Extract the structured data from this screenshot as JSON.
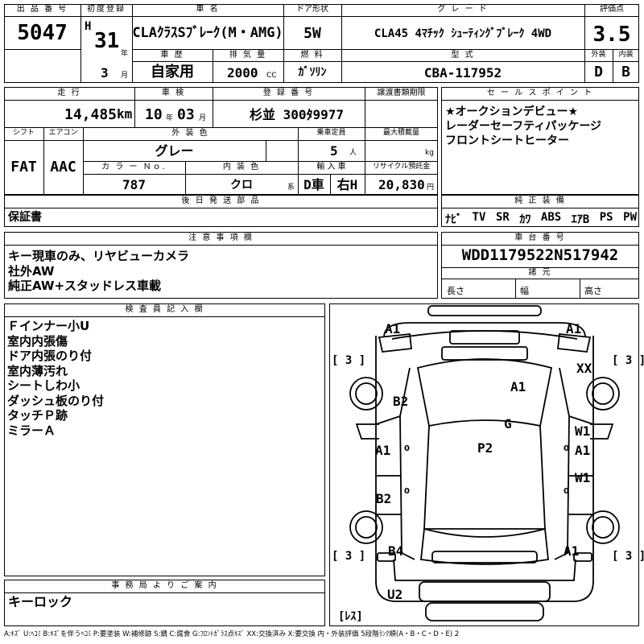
{
  "header": {
    "lot_label": "出 品 番 号",
    "lot": "5047",
    "first_reg_label": "初度登録",
    "era": "H",
    "year": "31",
    "year_unit": "年",
    "month": "3",
    "month_unit": "月",
    "car_name_label": "車 名",
    "car_name": "CLAｸﾗｽSﾌﾞﾚｰｸ(M・AMG)",
    "doors_label": "ドア形状",
    "doors": "5W",
    "grade_label": "グ レ ー ド",
    "grade": "CLA45 4ﾏﾁｯｸ ｼｭｰﾃｨﾝｸﾞﾌﾞﾚｰｸ 4WD",
    "score_label": "評価点",
    "score": "3.5",
    "ext_label": "外装",
    "ext": "D",
    "int_label": "内装",
    "int": "B",
    "history_label": "車 歴",
    "history": "自家用",
    "displacement_label": "排 気 量",
    "displacement": "2000",
    "cc": "CC",
    "fuel_label": "燃 料",
    "fuel": "ｶﾞｿﾘﾝ",
    "model_label": "型 式",
    "model": "CBA-117952"
  },
  "row2": {
    "mileage_label": "走 行",
    "mileage": "14,485",
    "km": "km",
    "inspection_label": "車 検",
    "insp_year": "10",
    "insp_year_unit": "年",
    "insp_month": "03",
    "insp_month_unit": "月",
    "plate_label": "登 録 番 号",
    "plate": "杉並 300ﾀ9977",
    "transfer_label": "譲渡書類期限",
    "shift_label": "シフト",
    "shift": "FAT",
    "ac_label": "エアコン",
    "ac": "AAC",
    "color_label": "外 装 色",
    "color": "グレー",
    "capacity_label": "乗車定員",
    "capacity": "5",
    "capacity_unit": "人",
    "load_label": "最大積載量",
    "load_unit": "kg",
    "color_no_label": "カ ラ ー Ｎｏ.",
    "color_no": "787",
    "int_color_label": "内 装 色",
    "int_color": "クロ",
    "kei": "系",
    "import_label": "輸 入 車",
    "import": "D車",
    "steering": "右H",
    "recycle_label": "リサイクル預託金",
    "recycle": "20,830",
    "yen": "円"
  },
  "sales_points": {
    "label": "セ ー ル ス ポ イ ン ト",
    "lines": [
      "★オークションデビュー★",
      "レーダーセーフティパッケージ",
      "フロントシートヒーター"
    ]
  },
  "delivery": {
    "label": "後 日 発 送 部 品",
    "text": "保証書"
  },
  "equipment": {
    "label": "純 正 装 備",
    "items": [
      "ﾅﾋﾞ",
      "TV",
      "SR",
      "ｶﾜ",
      "ABS",
      "ｴｱB",
      "PS",
      "PW"
    ]
  },
  "notes": {
    "label": "注 意 事 項 欄",
    "lines": [
      "キー現車のみ、リヤビューカメラ",
      "社外AW",
      "純正AW+スタッドレス車載"
    ]
  },
  "chassis": {
    "label": "車 台 番 号",
    "number": "WDD1179522N517942",
    "dims_label": "諸 元",
    "length": "長さ",
    "width": "幅",
    "height": "高さ"
  },
  "inspector": {
    "label": "検 査 員 記 入 欄",
    "lines": [
      "Ｆインナー小U",
      "室内内張傷",
      "ドア内張のり付",
      "室内薄汚れ",
      "シートしわ小",
      "ダッシュ板のり付",
      "タッチＰ跡",
      "ミラーＡ"
    ]
  },
  "office": {
    "label": "事 務 局 よ り ご 案 内",
    "text": "キーロック"
  },
  "diagram": {
    "marks": [
      "A1",
      "A1",
      "XX",
      "A1",
      "B2",
      "G",
      "W1",
      "A1",
      "P2",
      "A1",
      "W1",
      "B2",
      "B4",
      "A1",
      "U2"
    ],
    "tires": [
      "[ 3 ]",
      "[ 3 ]",
      "[ 3 ]",
      "[ 3 ]"
    ],
    "spare": "[ﾚｽ]"
  },
  "legend": "A:ｷｽﾞ U:ﾍｺﾐ B:ｷｽﾞを伴うﾍｺﾐ P:要塗装 W:補修跡 S:錆 C:腐食 G:ﾌﾛﾝﾄｶﾞﾗｽ点ｷｽﾞ XX:交換済み X:要交換 内・外装評価 5段階ﾗﾝｸ順(A・B・C・D・E) 2"
}
